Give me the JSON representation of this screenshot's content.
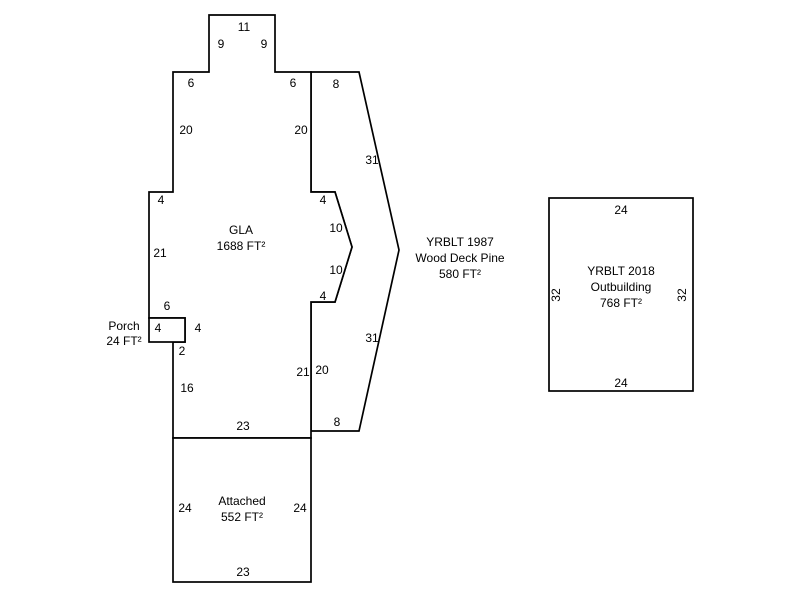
{
  "colors": {
    "line": "#000000",
    "background": "#ffffff",
    "text": "#000000"
  },
  "sketch": {
    "main": {
      "label": "GLA",
      "area": "1688 FT²",
      "dim_bump_top": "11",
      "dim_bump_left": "9",
      "dim_bump_right": "9",
      "dim_shoulder_left": "6",
      "dim_shoulder_right": "6",
      "dim_upper_left": "20",
      "dim_upper_right": "20",
      "dim_step_left": "4",
      "dim_mid_left": "21",
      "dim_bay_top": "4",
      "dim_bay_upper": "10",
      "dim_bay_lower": "10",
      "dim_bay_bottom": "4",
      "dim_porch_ledge": "6",
      "dim_porch_side": "4",
      "dim_step_bottom": "2",
      "dim_lower_left": "16",
      "dim_lower_right": "21",
      "dim_bottom": "23"
    },
    "porch": {
      "label": "Porch",
      "area": "24 FT²",
      "dim_left": "4"
    },
    "deck": {
      "title": "YRBLT 1987",
      "subtitle": "Wood Deck Pine",
      "area": "580 FT²",
      "dim_top": "8",
      "dim_diag_upper": "31",
      "dim_diag_lower": "31",
      "dim_left": "20",
      "dim_bottom": "8"
    },
    "attached": {
      "label": "Attached",
      "area": "552 FT²",
      "dim_left": "24",
      "dim_right": "24",
      "dim_bottom": "23"
    },
    "outbuilding": {
      "title": "YRBLT 2018",
      "subtitle": "Outbuilding",
      "area": "768 FT²",
      "dim_top": "24",
      "dim_bottom": "24",
      "dim_left": "32",
      "dim_right": "32"
    }
  }
}
